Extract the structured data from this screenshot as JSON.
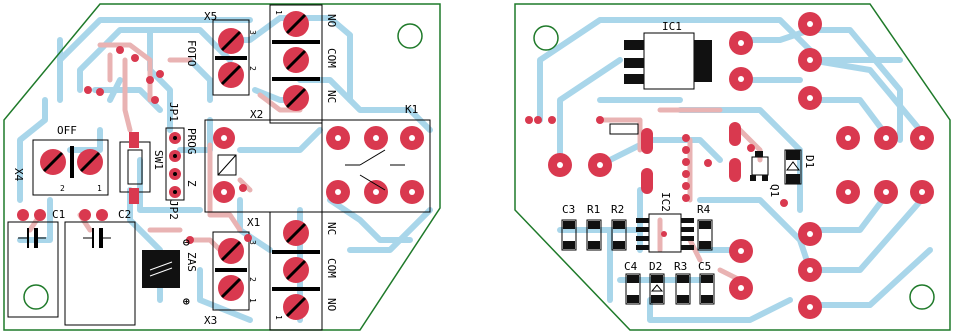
{
  "colors": {
    "board_outline": "#1f7a2a",
    "trace_bottom": "#a9d6ea",
    "trace_top": "#e9b3b3",
    "pad": "#d9394f",
    "component": "#000000"
  },
  "left_board": {
    "labels": {
      "x5": "X5",
      "x2": "X2",
      "x1": "X1",
      "x3": "X3",
      "x4": "X4",
      "k1": "K1",
      "foto": "FOTO",
      "off": "OFF",
      "c1": "C1",
      "c2": "C2",
      "jp1": "JP1",
      "jp2": "JP2",
      "prog": "PROG",
      "z": "Z",
      "sw1": "SW1",
      "zas": "ZAS",
      "no_top": "NO",
      "com_top": "COM",
      "nc_top": "NC",
      "nc_bot": "NC",
      "com_bot": "COM",
      "no_bot": "NO",
      "pin1": "1",
      "pin2": "2",
      "pin3": "3",
      "minus": "⊖",
      "plus": "⊕"
    }
  },
  "right_board": {
    "labels": {
      "ic1": "IC1",
      "ic2": "IC2",
      "c3": "C3",
      "r1": "R1",
      "r2": "R2",
      "r4": "R4",
      "c4": "C4",
      "d2": "D2",
      "r3": "R3",
      "c5": "C5",
      "q1": "Q1",
      "d1": "D1"
    }
  }
}
